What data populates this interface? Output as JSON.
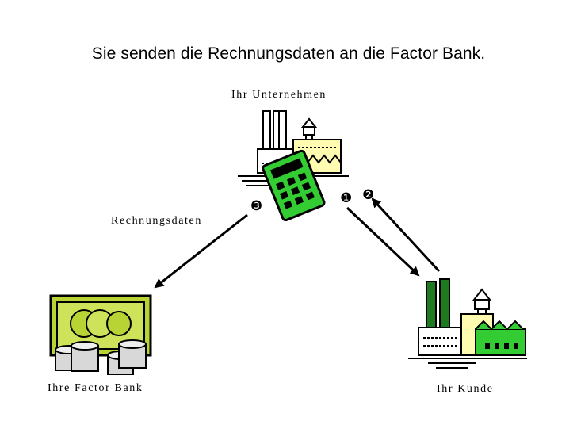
{
  "title": "Sie senden die Rechnungsdaten an die Factor Bank.",
  "nodes": {
    "company_label": "Ihr Unternehmen",
    "bank_label": "Ihre Factor Bank",
    "customer_label": "Ihr Kunde"
  },
  "edges": {
    "invoice_label": "Rechnungsdaten"
  },
  "steps": [
    "❶",
    "❷",
    "❸"
  ],
  "colors": {
    "accent_green": "#33cc33",
    "dark_green": "#1e7a1e",
    "money_green": "#b7d334",
    "factory_cream": "#fffbb0"
  },
  "icons": [
    "factory-icon",
    "calculator-icon",
    "money-icon",
    "customer-factory-icon"
  ]
}
